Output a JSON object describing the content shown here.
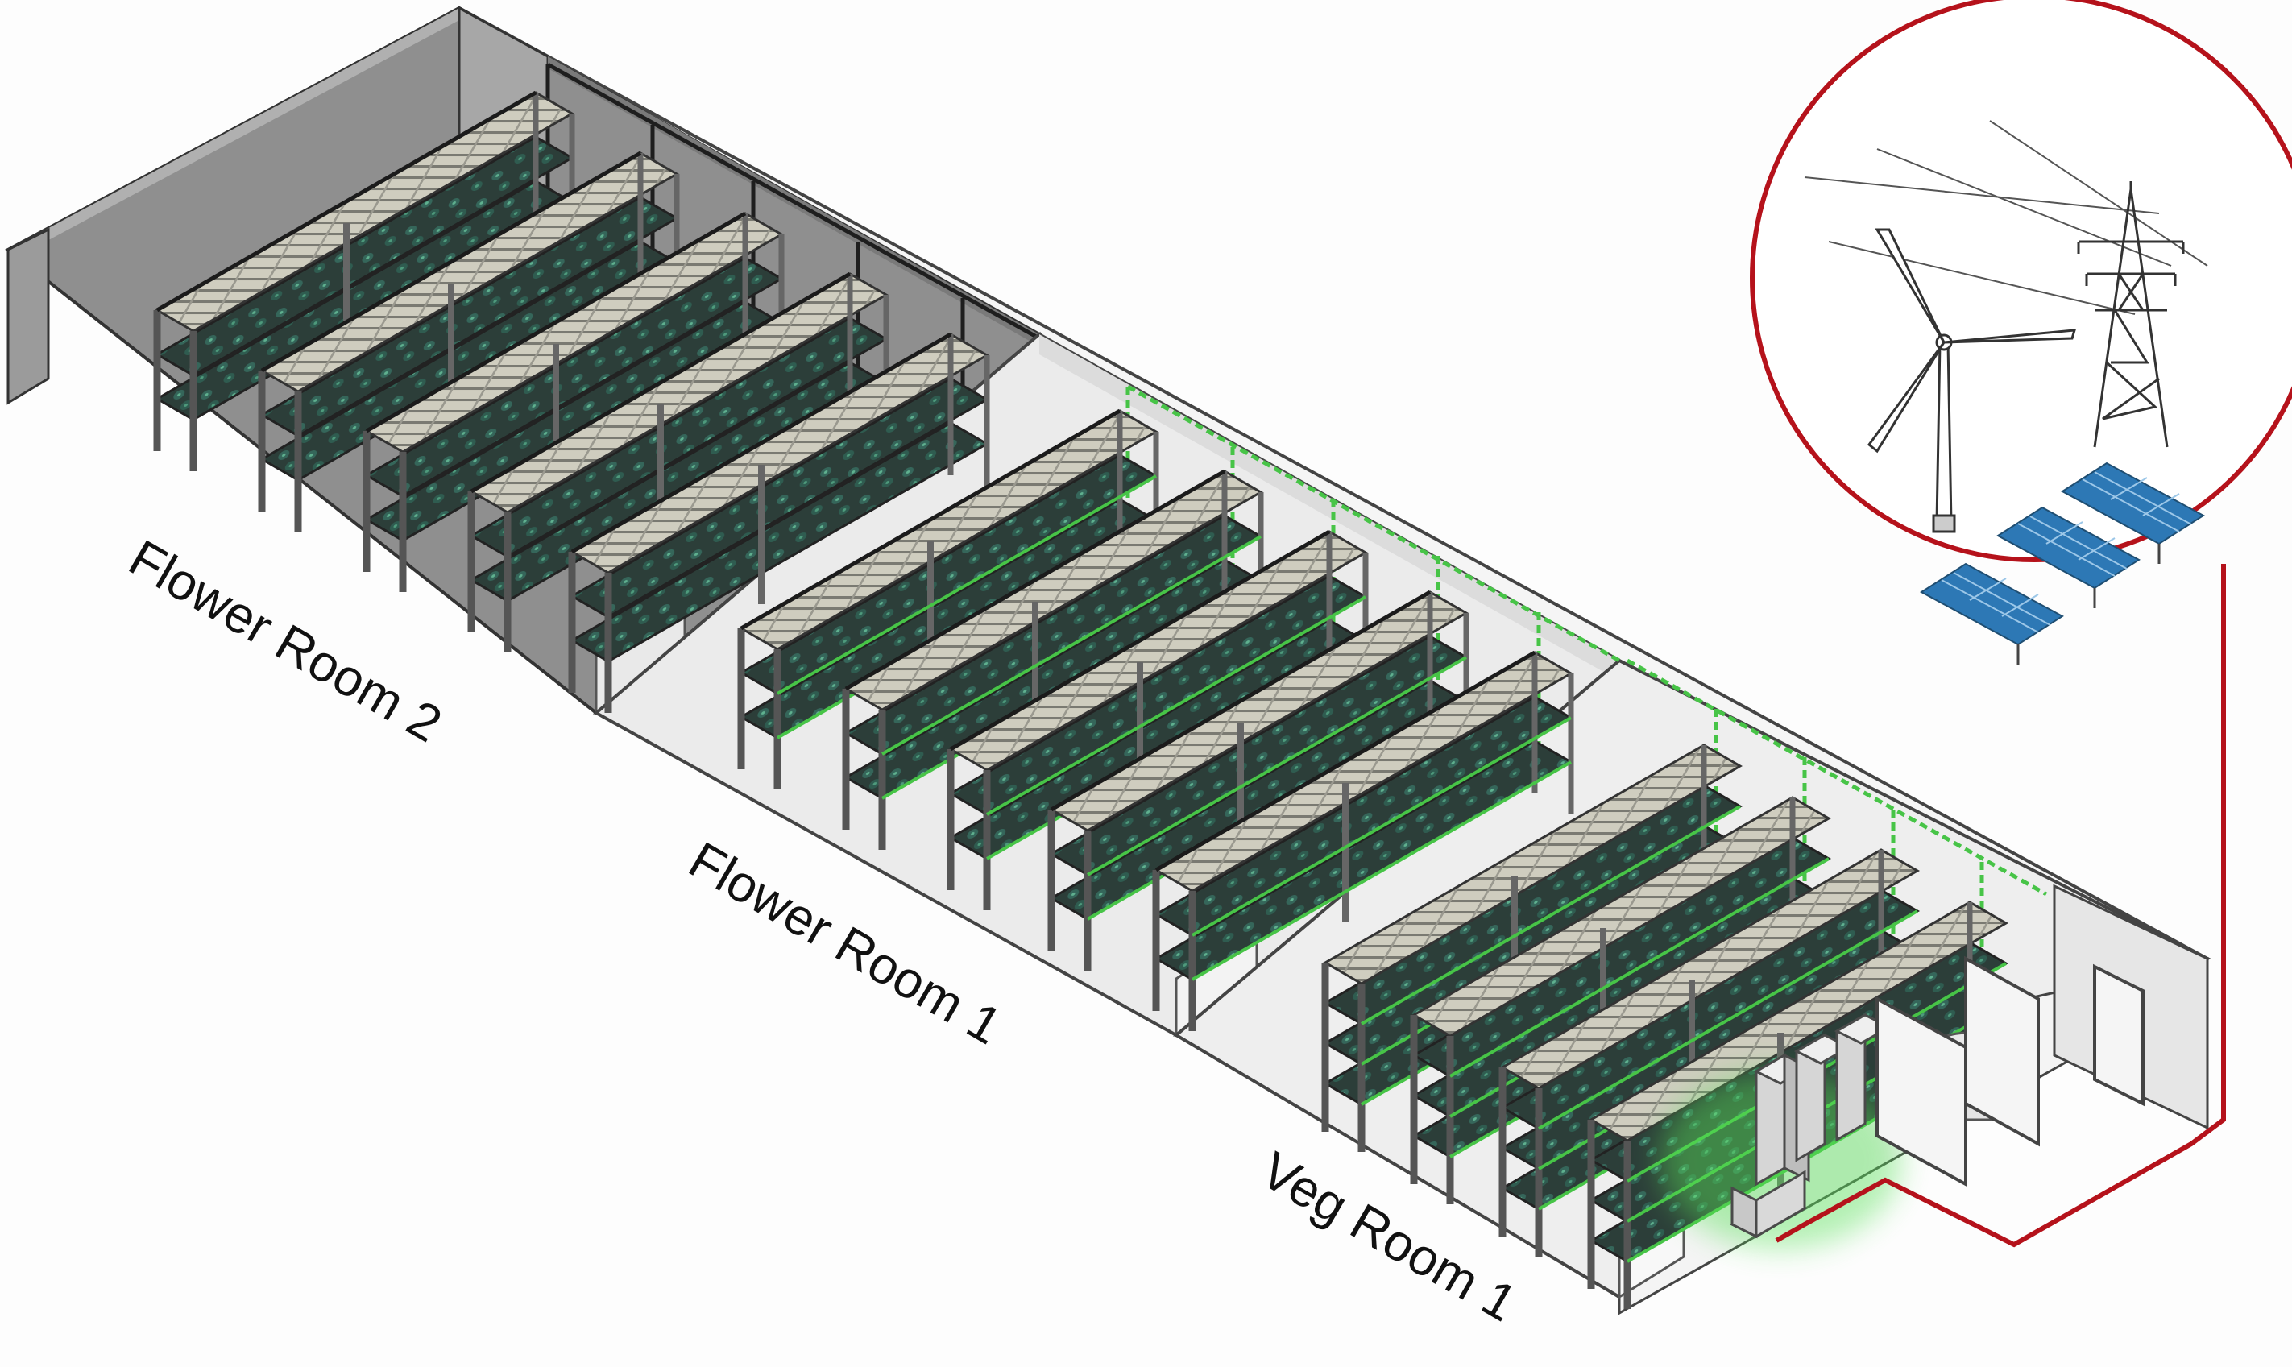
{
  "rooms": {
    "flower_room_2": "Flower Room 2",
    "flower_room_1": "Flower Room 1",
    "veg_room_1": "Veg Room 1"
  },
  "colors": {
    "power_line": "#b5121b",
    "led_glow": "#3cc43c",
    "panel_blue": "#2d78b5",
    "dark_room": "#8c8c8c",
    "light_room": "#eeeeee",
    "rack": "#444444",
    "canopy": "#1f3a33"
  },
  "icons": {
    "wind_turbine": "wind-turbine-icon",
    "transmission_tower": "transmission-tower-icon",
    "solar_panels": "solar-panel-icon"
  }
}
